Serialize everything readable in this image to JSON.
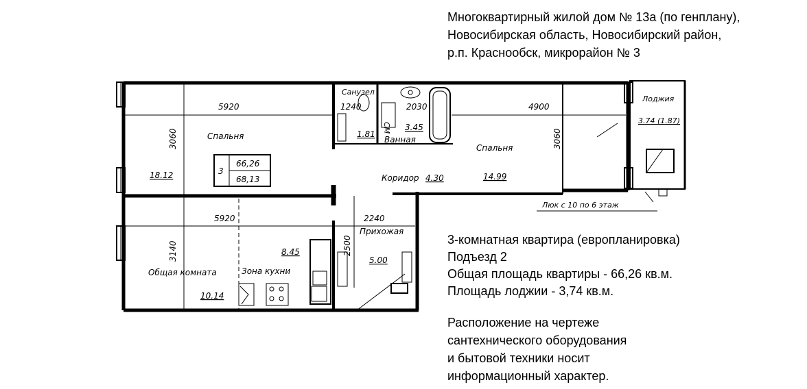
{
  "address": {
    "line1": "Многоквартирный жилой дом № 13а (по генплану),",
    "line2": "Новосибирская область, Новосибирский район,",
    "line3": "р.п. Краснообск, микрорайон № 3"
  },
  "info": {
    "line1": "3-комнатная квартира (европланировка)",
    "line2": "Подъезд 2",
    "line3": "Общая площадь квартиры - 66,26 кв.м.",
    "line4": "Площадь лоджии - 3,74 кв.м."
  },
  "note": {
    "line1": "Расположение на чертеже",
    "line2": "сантехнического оборудования",
    "line3": "и бытовой техники носит",
    "line4": "информационный характер."
  },
  "plan": {
    "bedroom1": {
      "label": "Спальня",
      "area": "18.12",
      "width": "5920",
      "depth": "3060"
    },
    "bedroom2": {
      "label": "Спальня",
      "area": "14.99",
      "width": "4900",
      "depth": "3060"
    },
    "wc": {
      "label": "Санузел",
      "area": "1.81",
      "width": "1240"
    },
    "bathroom": {
      "label": "Ванная",
      "area": "3.45",
      "width": "2030"
    },
    "toilet_mark": "СМ",
    "corridor": {
      "label": "Коридор",
      "area": "4.30"
    },
    "living": {
      "label": "Общая комната",
      "area": "10.14",
      "width": "5920",
      "depth": "3140"
    },
    "kitchen": {
      "label": "Зона кухни",
      "area": "8.45"
    },
    "hall": {
      "label": "Прихожая",
      "area": "5.00",
      "width": "2240",
      "depth": "2500"
    },
    "loggia": {
      "label": "Лоджия",
      "area": "3.74 (1.87)"
    },
    "hatch": "Люк с 10 по 6 этаж",
    "table": {
      "rooms": "3",
      "area1": "66,26",
      "area2": "68,13"
    }
  }
}
